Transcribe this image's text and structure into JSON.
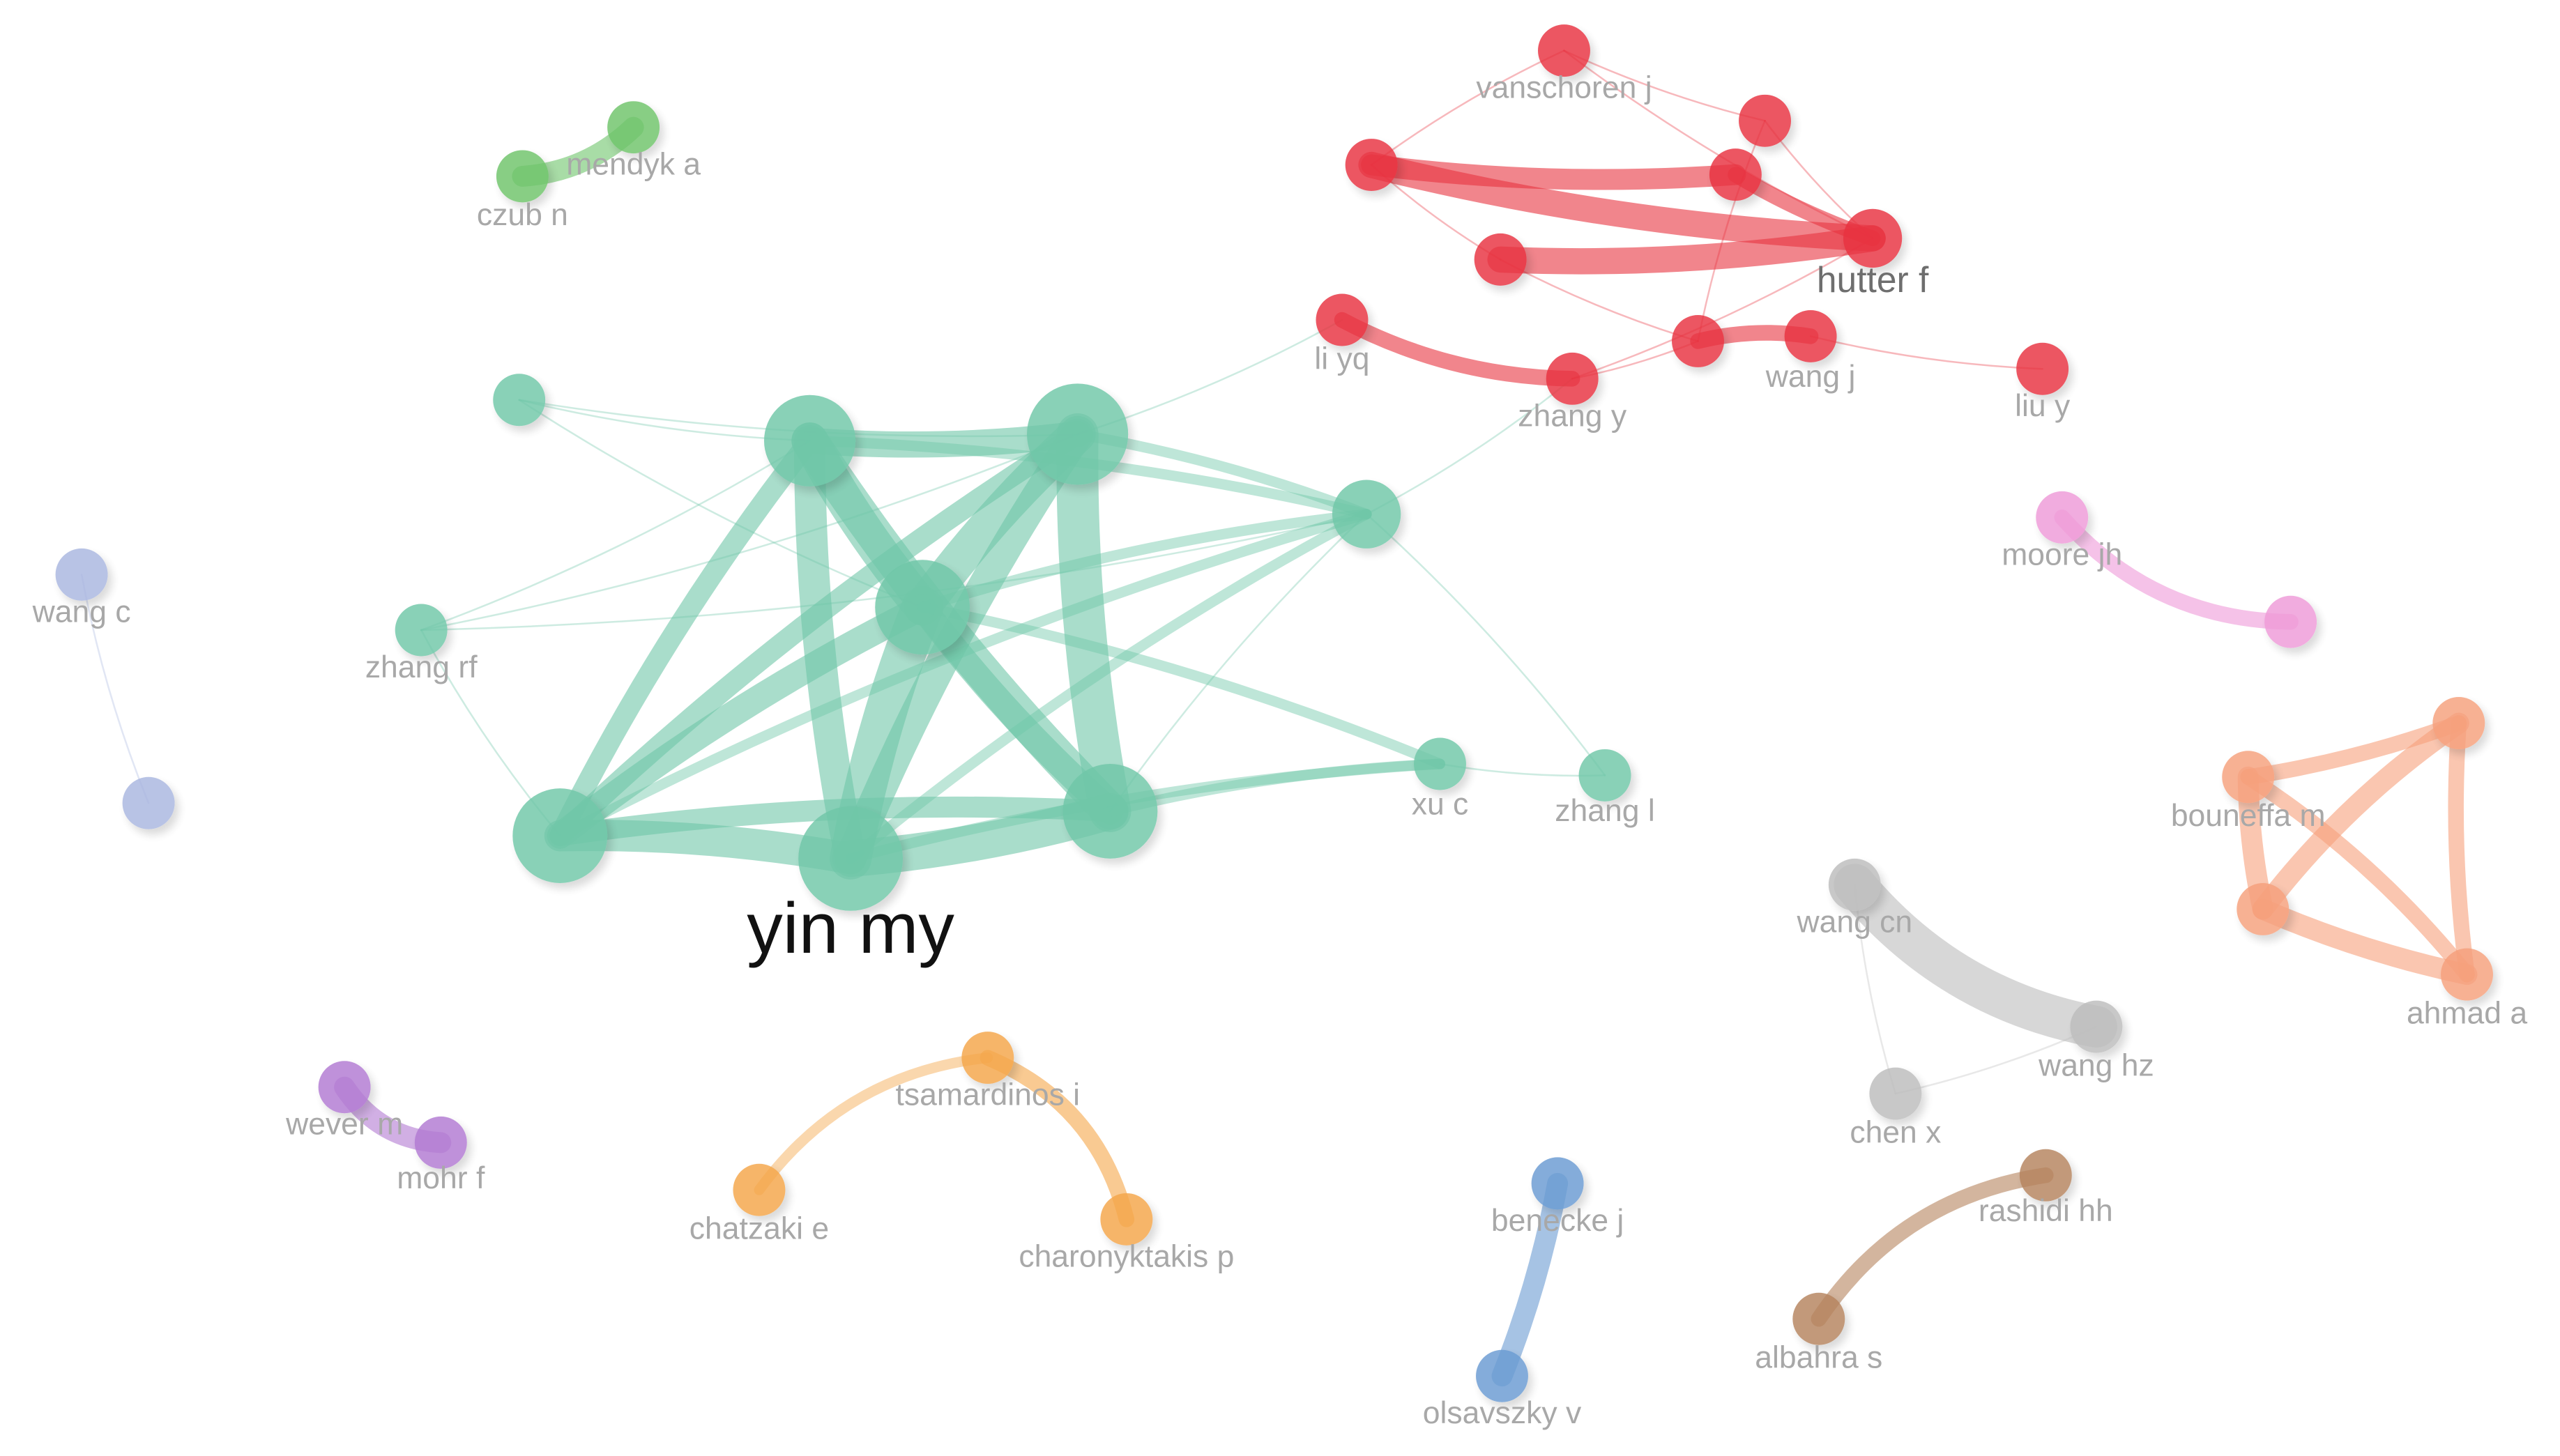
{
  "colors": {
    "teal": "#6fc7a8",
    "red": "#e8333f",
    "green": "#6ec46a",
    "lavender": "#a9b6e0",
    "pink": "#ef9ad8",
    "salmon": "#f6a07c",
    "grey": "#bdbdbd",
    "purple": "#b27ad2",
    "orange": "#f5a64a",
    "blue": "#6a9bd2",
    "brown": "#b5835d",
    "label": "#a8a8a8"
  },
  "nodes": [
    {
      "id": "t1",
      "label": "",
      "cluster": "teal"
    },
    {
      "id": "t2",
      "label": "",
      "cluster": "teal"
    },
    {
      "id": "t3",
      "label": "",
      "cluster": "teal"
    },
    {
      "id": "t4",
      "label": "",
      "cluster": "teal"
    },
    {
      "id": "t5",
      "label": "zhang rf",
      "cluster": "teal"
    },
    {
      "id": "t6",
      "label": "",
      "cluster": "teal"
    },
    {
      "id": "t7",
      "label": "yin my",
      "cluster": "teal"
    },
    {
      "id": "t8",
      "label": "",
      "cluster": "teal"
    },
    {
      "id": "t9",
      "label": "",
      "cluster": "teal"
    },
    {
      "id": "t10",
      "label": "xu c",
      "cluster": "teal"
    },
    {
      "id": "t11",
      "label": "zhang l",
      "cluster": "teal"
    },
    {
      "id": "r1",
      "label": "vanschoren j",
      "cluster": "red"
    },
    {
      "id": "r2",
      "label": "",
      "cluster": "red"
    },
    {
      "id": "r3",
      "label": "",
      "cluster": "red"
    },
    {
      "id": "r4",
      "label": "",
      "cluster": "red"
    },
    {
      "id": "r5",
      "label": "hutter f",
      "cluster": "red"
    },
    {
      "id": "r6",
      "label": "",
      "cluster": "red"
    },
    {
      "id": "r7",
      "label": "li yq",
      "cluster": "red"
    },
    {
      "id": "r8",
      "label": "zhang y",
      "cluster": "red"
    },
    {
      "id": "r9",
      "label": "",
      "cluster": "red"
    },
    {
      "id": "r10",
      "label": "wang j",
      "cluster": "red"
    },
    {
      "id": "r11",
      "label": "liu y",
      "cluster": "red"
    },
    {
      "id": "g1",
      "label": "mendyk a",
      "cluster": "green"
    },
    {
      "id": "g2",
      "label": "czub n",
      "cluster": "green"
    },
    {
      "id": "l1",
      "label": "wang c",
      "cluster": "lavender"
    },
    {
      "id": "l2",
      "label": "",
      "cluster": "lavender"
    },
    {
      "id": "p1",
      "label": "moore jh",
      "cluster": "pink"
    },
    {
      "id": "p2",
      "label": "",
      "cluster": "pink"
    },
    {
      "id": "s1",
      "label": "",
      "cluster": "salmon"
    },
    {
      "id": "s2",
      "label": "bouneffa m",
      "cluster": "salmon"
    },
    {
      "id": "s3",
      "label": "",
      "cluster": "salmon"
    },
    {
      "id": "s4",
      "label": "ahmad a",
      "cluster": "salmon"
    },
    {
      "id": "y1",
      "label": "wang cn",
      "cluster": "grey"
    },
    {
      "id": "y2",
      "label": "wang hz",
      "cluster": "grey"
    },
    {
      "id": "y3",
      "label": "chen x",
      "cluster": "grey"
    },
    {
      "id": "u1",
      "label": "wever m",
      "cluster": "purple"
    },
    {
      "id": "u2",
      "label": "mohr f",
      "cluster": "purple"
    },
    {
      "id": "o1",
      "label": "tsamardinos i",
      "cluster": "orange"
    },
    {
      "id": "o2",
      "label": "chatzaki e",
      "cluster": "orange"
    },
    {
      "id": "o3",
      "label": "charonyktakis p",
      "cluster": "orange"
    },
    {
      "id": "b1",
      "label": "benecke j",
      "cluster": "blue"
    },
    {
      "id": "b2",
      "label": "olsavszky v",
      "cluster": "blue"
    },
    {
      "id": "w1",
      "label": "rashidi hh",
      "cluster": "brown"
    },
    {
      "id": "w2",
      "label": "albahra s",
      "cluster": "brown"
    }
  ],
  "links": [
    {
      "s": "t2",
      "t": "t3",
      "w": 5
    },
    {
      "s": "t2",
      "t": "t6",
      "w": 7
    },
    {
      "s": "t2",
      "t": "t7",
      "w": 6
    },
    {
      "s": "t2",
      "t": "t8",
      "w": 7
    },
    {
      "s": "t2",
      "t": "t4",
      "w": 4
    },
    {
      "s": "t3",
      "t": "t6",
      "w": 7
    },
    {
      "s": "t3",
      "t": "t7",
      "w": 6
    },
    {
      "s": "t3",
      "t": "t8",
      "w": 8
    },
    {
      "s": "t3",
      "t": "t4",
      "w": 4
    },
    {
      "s": "t6",
      "t": "t7",
      "w": 8
    },
    {
      "s": "t6",
      "t": "t8",
      "w": 5
    },
    {
      "s": "t7",
      "t": "t8",
      "w": 7
    },
    {
      "s": "t6",
      "t": "t4",
      "w": 5
    },
    {
      "s": "t7",
      "t": "t4",
      "w": 6
    },
    {
      "s": "t8",
      "t": "t4",
      "w": 4
    },
    {
      "s": "t1",
      "t": "t2",
      "w": 1
    },
    {
      "s": "t1",
      "t": "t3",
      "w": 1
    },
    {
      "s": "t1",
      "t": "t6",
      "w": 1
    },
    {
      "s": "t5",
      "t": "t2",
      "w": 1
    },
    {
      "s": "t5",
      "t": "t3",
      "w": 1
    },
    {
      "s": "t5",
      "t": "t4",
      "w": 1
    },
    {
      "s": "t5",
      "t": "t9",
      "w": 1
    },
    {
      "s": "t9",
      "t": "t2",
      "w": 2
    },
    {
      "s": "t9",
      "t": "t3",
      "w": 2
    },
    {
      "s": "t9",
      "t": "t4",
      "w": 2
    },
    {
      "s": "t9",
      "t": "t6",
      "w": 2
    },
    {
      "s": "t9",
      "t": "t7",
      "w": 2
    },
    {
      "s": "t9",
      "t": "t8",
      "w": 1
    },
    {
      "s": "t10",
      "t": "t6",
      "w": 2
    },
    {
      "s": "t10",
      "t": "t7",
      "w": 2
    },
    {
      "s": "t10",
      "t": "t8",
      "w": 2
    },
    {
      "s": "t10",
      "t": "t11",
      "w": 1
    },
    {
      "s": "t11",
      "t": "t9",
      "w": 1
    },
    {
      "s": "t3",
      "t": "r7",
      "w": 1
    },
    {
      "s": "t9",
      "t": "r8",
      "w": 1
    },
    {
      "s": "r3",
      "t": "r5",
      "w": 5
    },
    {
      "s": "r3",
      "t": "r4",
      "w": 4
    },
    {
      "s": "r6",
      "t": "r5",
      "w": 5
    },
    {
      "s": "r4",
      "t": "r5",
      "w": 3
    },
    {
      "s": "r1",
      "t": "r2",
      "w": 1
    },
    {
      "s": "r1",
      "t": "r5",
      "w": 1
    },
    {
      "s": "r1",
      "t": "r3",
      "w": 1
    },
    {
      "s": "r2",
      "t": "r5",
      "w": 1
    },
    {
      "s": "r2",
      "t": "r9",
      "w": 1
    },
    {
      "s": "r3",
      "t": "r6",
      "w": 1
    },
    {
      "s": "r7",
      "t": "r8",
      "w": 3
    },
    {
      "s": "r8",
      "t": "r9",
      "w": 1
    },
    {
      "s": "r9",
      "t": "r10",
      "w": 3
    },
    {
      "s": "r10",
      "t": "r11",
      "w": 1
    },
    {
      "s": "r8",
      "t": "r5",
      "w": 1
    },
    {
      "s": "r6",
      "t": "r9",
      "w": 1
    },
    {
      "s": "g1",
      "t": "g2",
      "w": 4
    },
    {
      "s": "l1",
      "t": "l2",
      "w": 1
    },
    {
      "s": "p1",
      "t": "p2",
      "w": 3
    },
    {
      "s": "s1",
      "t": "s2",
      "w": 4
    },
    {
      "s": "s1",
      "t": "s3",
      "w": 3
    },
    {
      "s": "s1",
      "t": "s4",
      "w": 3
    },
    {
      "s": "s2",
      "t": "s3",
      "w": 4
    },
    {
      "s": "s2",
      "t": "s4",
      "w": 4
    },
    {
      "s": "s3",
      "t": "s4",
      "w": 3
    },
    {
      "s": "y1",
      "t": "y2",
      "w": 8
    },
    {
      "s": "y1",
      "t": "y3",
      "w": 1
    },
    {
      "s": "y3",
      "t": "y2",
      "w": 1
    },
    {
      "s": "u1",
      "t": "u2",
      "w": 4
    },
    {
      "s": "o1",
      "t": "o2",
      "w": 2
    },
    {
      "s": "o1",
      "t": "o3",
      "w": 3
    },
    {
      "s": "b1",
      "t": "b2",
      "w": 4
    },
    {
      "s": "w1",
      "t": "w2",
      "w": 3
    }
  ]
}
